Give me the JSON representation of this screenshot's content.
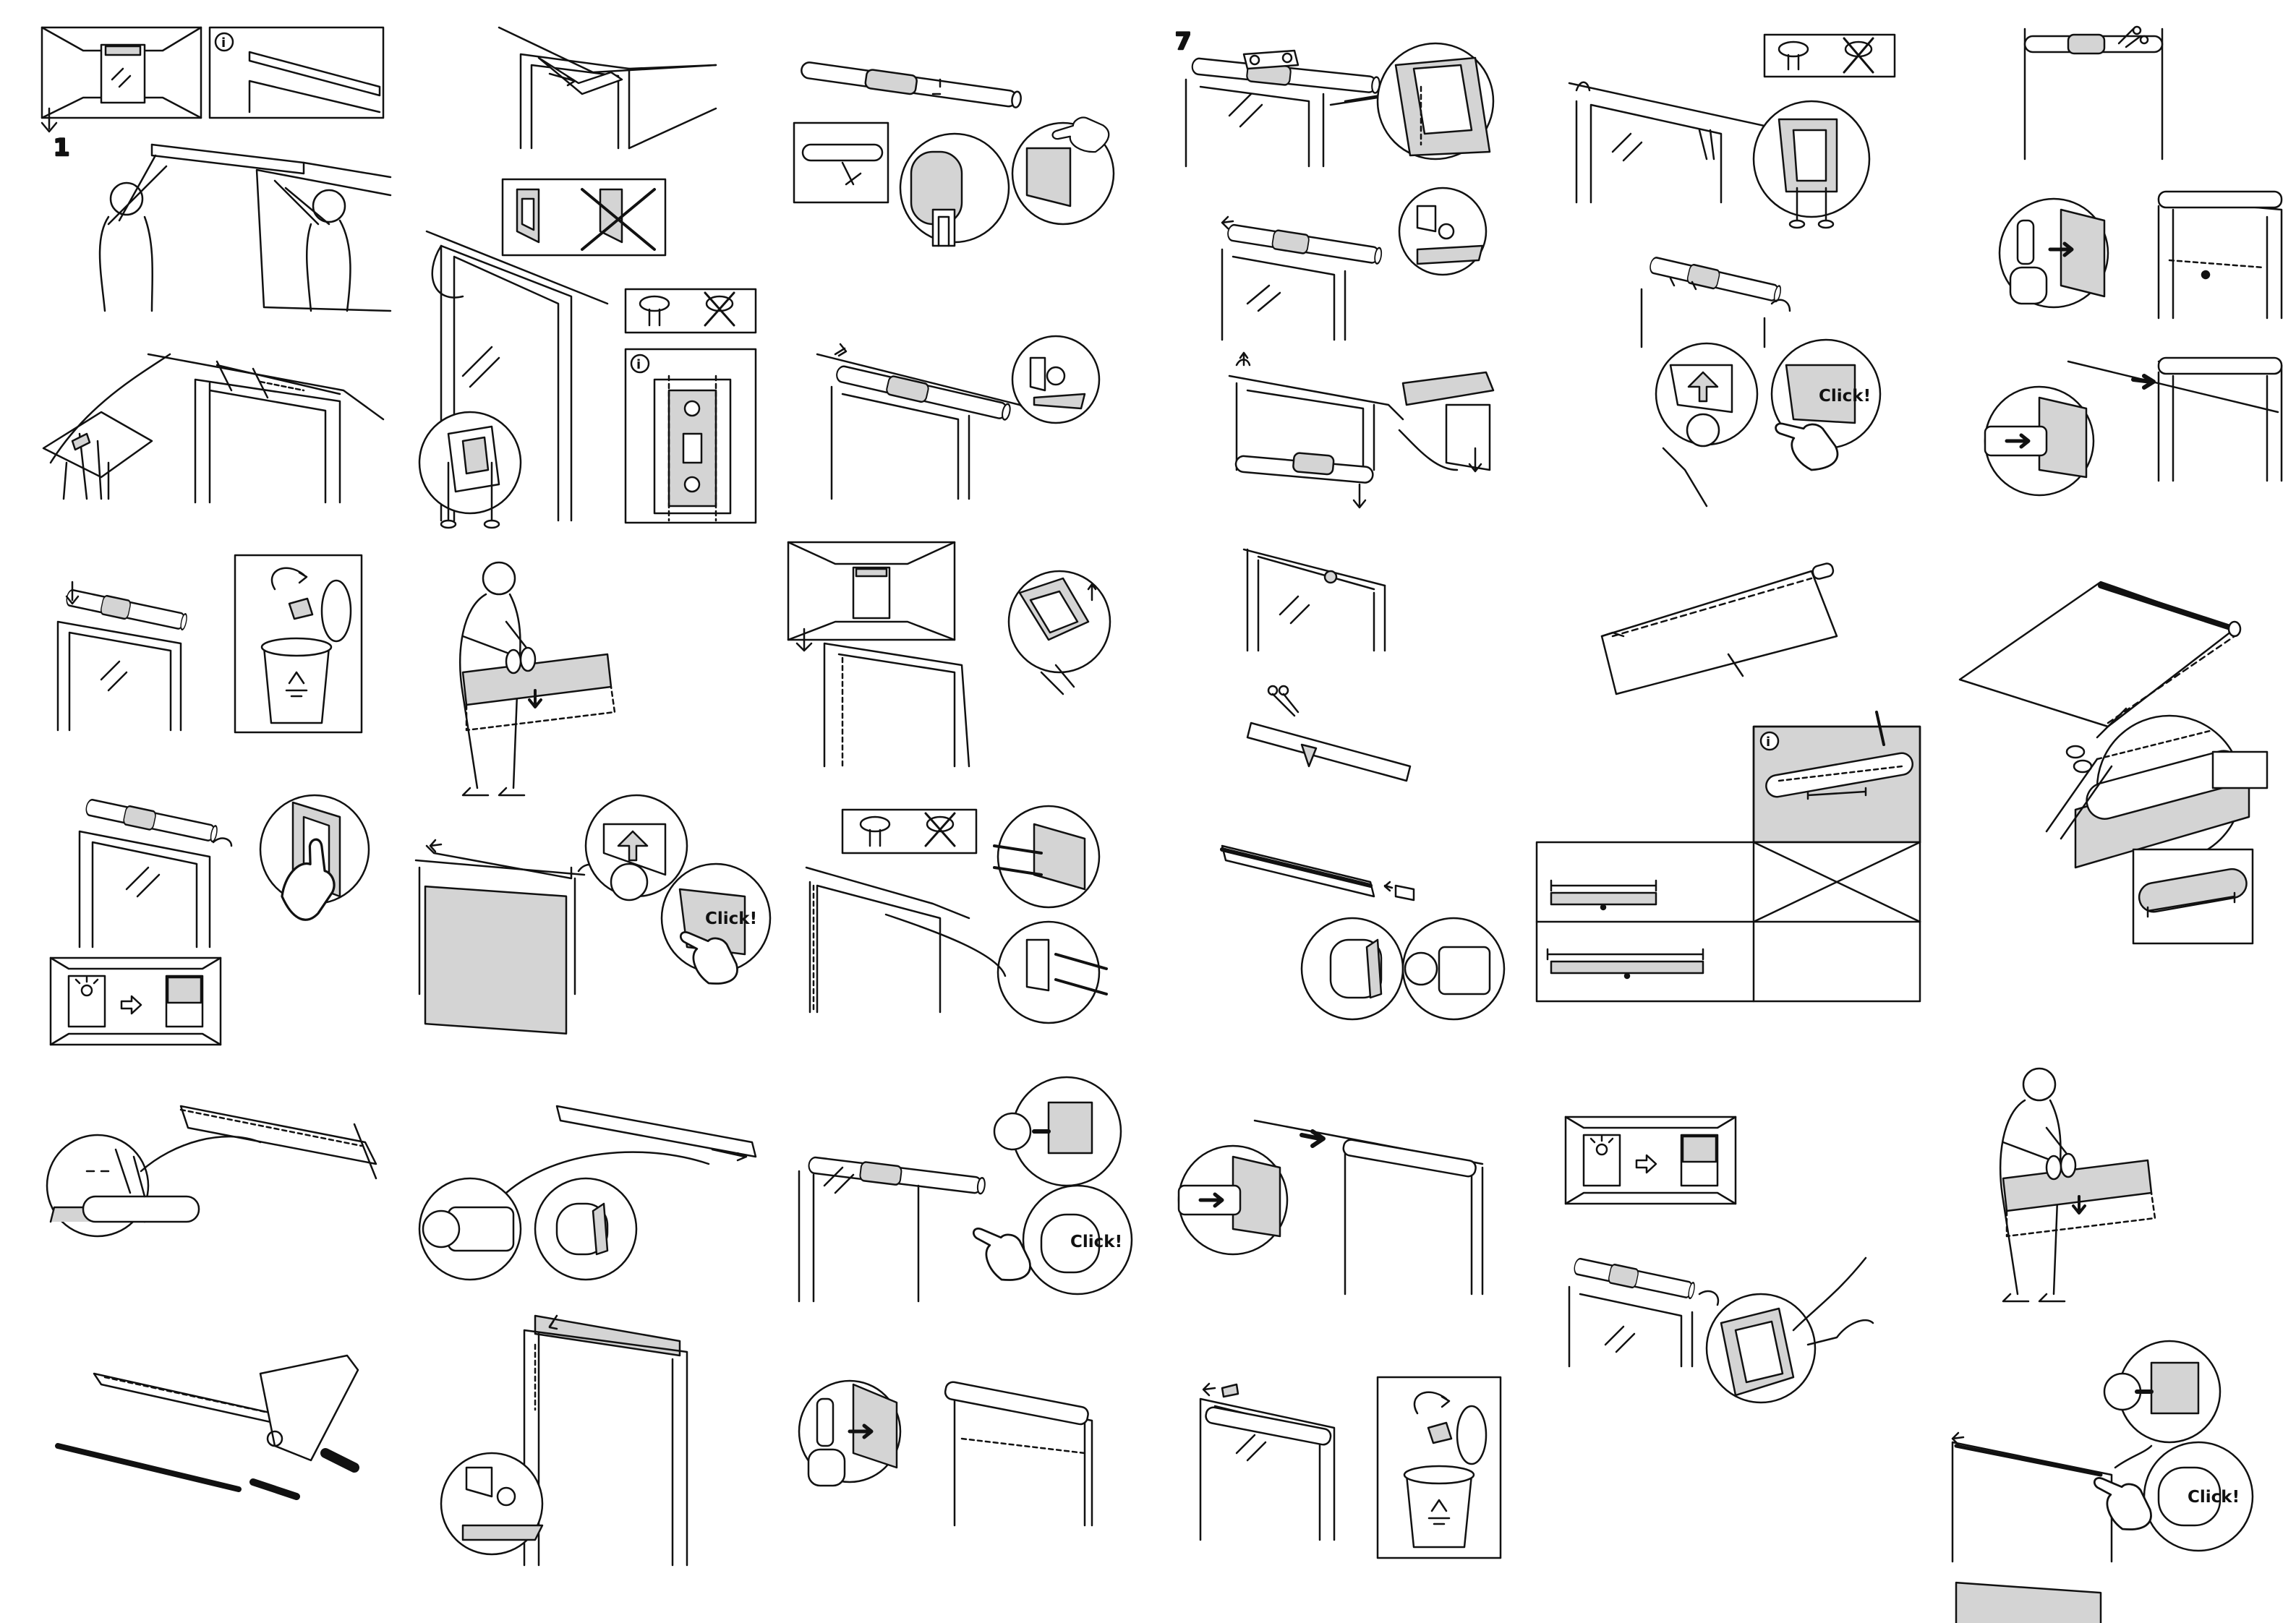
{
  "document": {
    "step_numbers": [
      "1",
      "7"
    ],
    "click_text": "Click!",
    "info_icon": "i",
    "colors": {
      "ink": "#111111",
      "fabric": "#d4d4d4",
      "paper": "#ffffff"
    },
    "icons": [
      "info-icon",
      "screw-allowed-icon",
      "screw-crossed-icon",
      "recycle-bin-icon",
      "arrow-down-icon",
      "sun-icon",
      "arrow-right-icon",
      "hand-pointing-icon",
      "scissors-icon",
      "pencil-icon",
      "bracket-icon"
    ]
  }
}
